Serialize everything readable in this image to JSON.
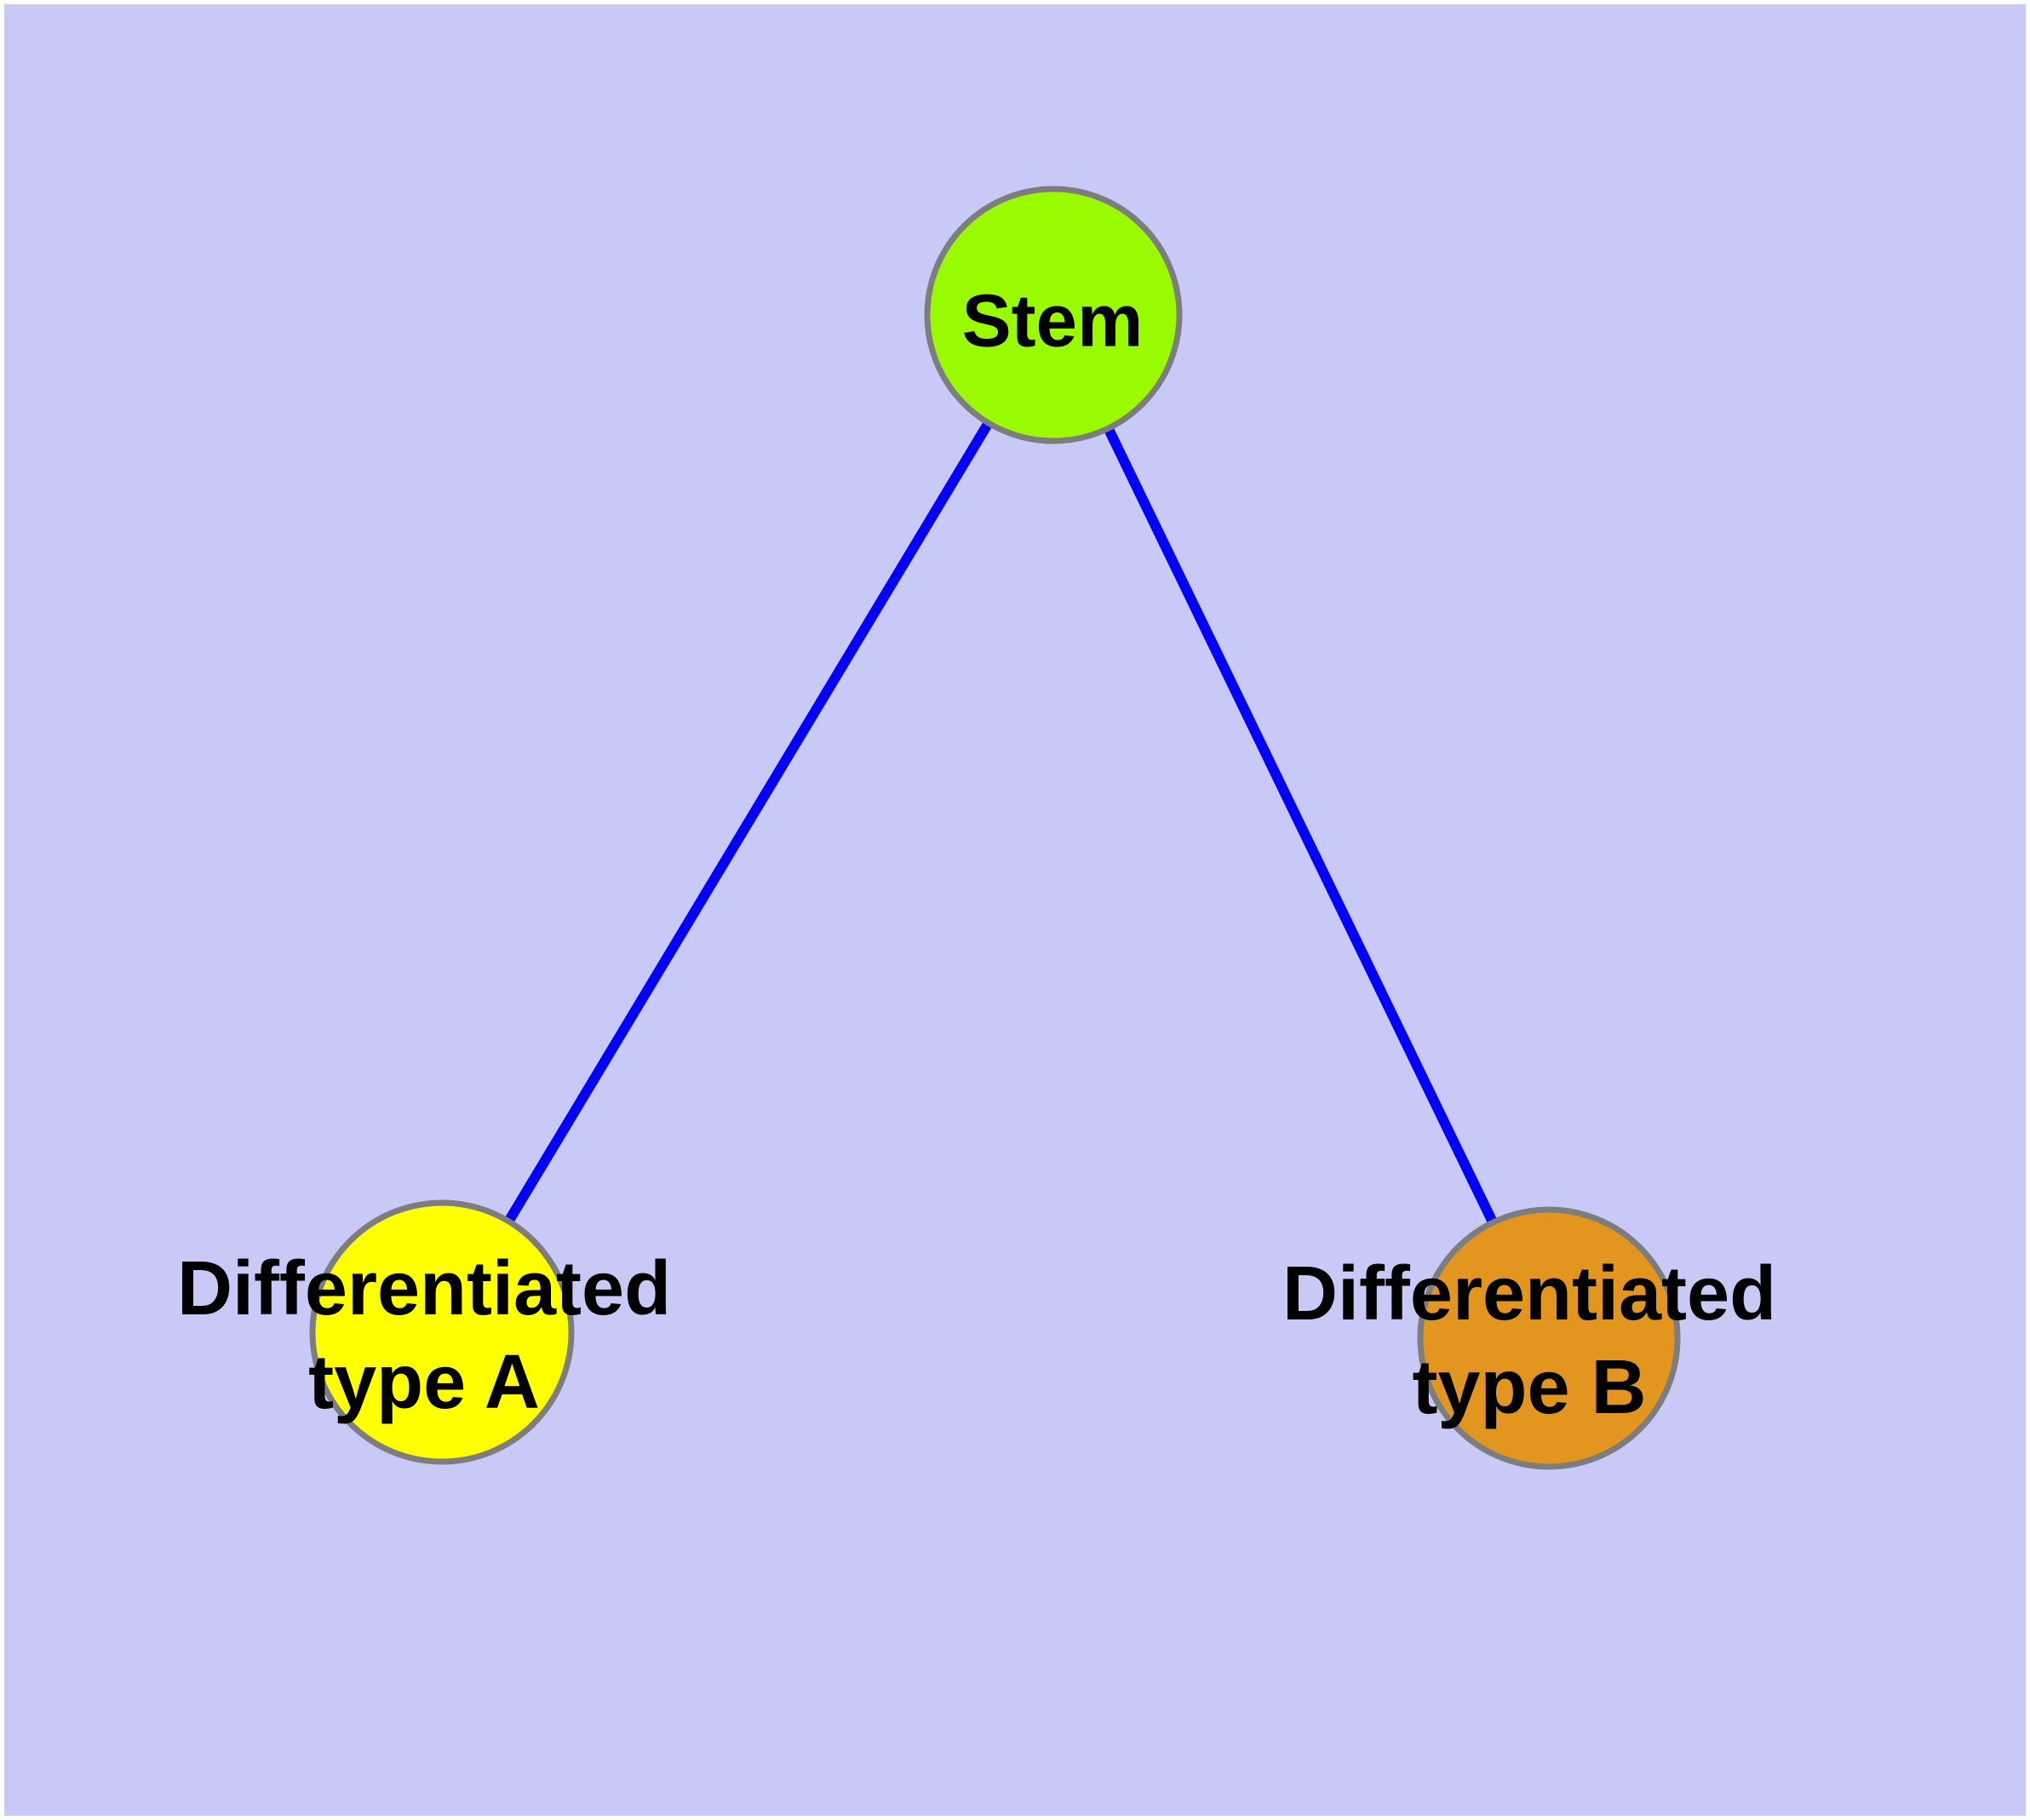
{
  "figure": {
    "type": "network-diagram",
    "background_color": "#C9C9F8",
    "outer_margin_color": "#FFFFFF",
    "edge_color": "#0202F8",
    "node_border_color": "#7D7D7D",
    "label_color": "#000000",
    "nodes": [
      {
        "id": "stem",
        "label": "Stem",
        "fill": "#9AFB00"
      },
      {
        "id": "differentiated-type-a",
        "label_line1": "Differentiated",
        "label_line2": "type A",
        "fill": "#FFFF00"
      },
      {
        "id": "differentiated-type-b",
        "label_line1": "Differentiated",
        "label_line2": "type B",
        "fill": "#E2961F"
      }
    ],
    "edges": [
      {
        "from": "Stem",
        "to": "Differentiated type A"
      },
      {
        "from": "Stem",
        "to": "Differentiated type B"
      }
    ]
  }
}
